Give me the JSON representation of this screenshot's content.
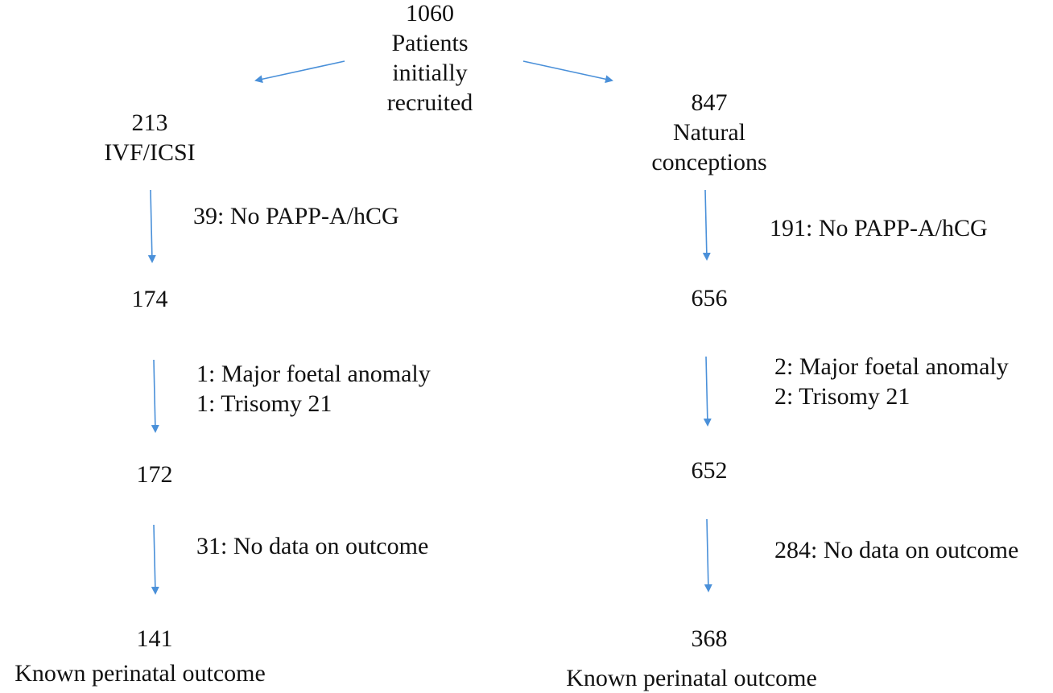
{
  "root": {
    "count": "1060",
    "label_lines": [
      "Patients",
      "initially",
      "recruited"
    ]
  },
  "left": {
    "start": {
      "count": "213",
      "label": "IVF/ICSI"
    },
    "step1": {
      "count": "174",
      "exclusion": "39:  No PAPP-A/hCG"
    },
    "step2": {
      "count": "172",
      "exclusions": [
        "1: Major foetal anomaly",
        "1: Trisomy 21"
      ]
    },
    "step3": {
      "count": "141",
      "exclusion": "31: No data on outcome",
      "label": "Known perinatal outcome"
    }
  },
  "right": {
    "start": {
      "count": "847",
      "label_lines": [
        "Natural",
        "conceptions"
      ]
    },
    "step1": {
      "count": "656",
      "exclusion": "191:  No PAPP-A/hCG"
    },
    "step2": {
      "count": "652",
      "exclusions": [
        "2:  Major foetal anomaly",
        "2:  Trisomy 21"
      ]
    },
    "step3": {
      "count": "368",
      "exclusion": "284:  No data on outcome",
      "label": "Known perinatal outcome"
    }
  },
  "arrow_color": "#4a90d9"
}
